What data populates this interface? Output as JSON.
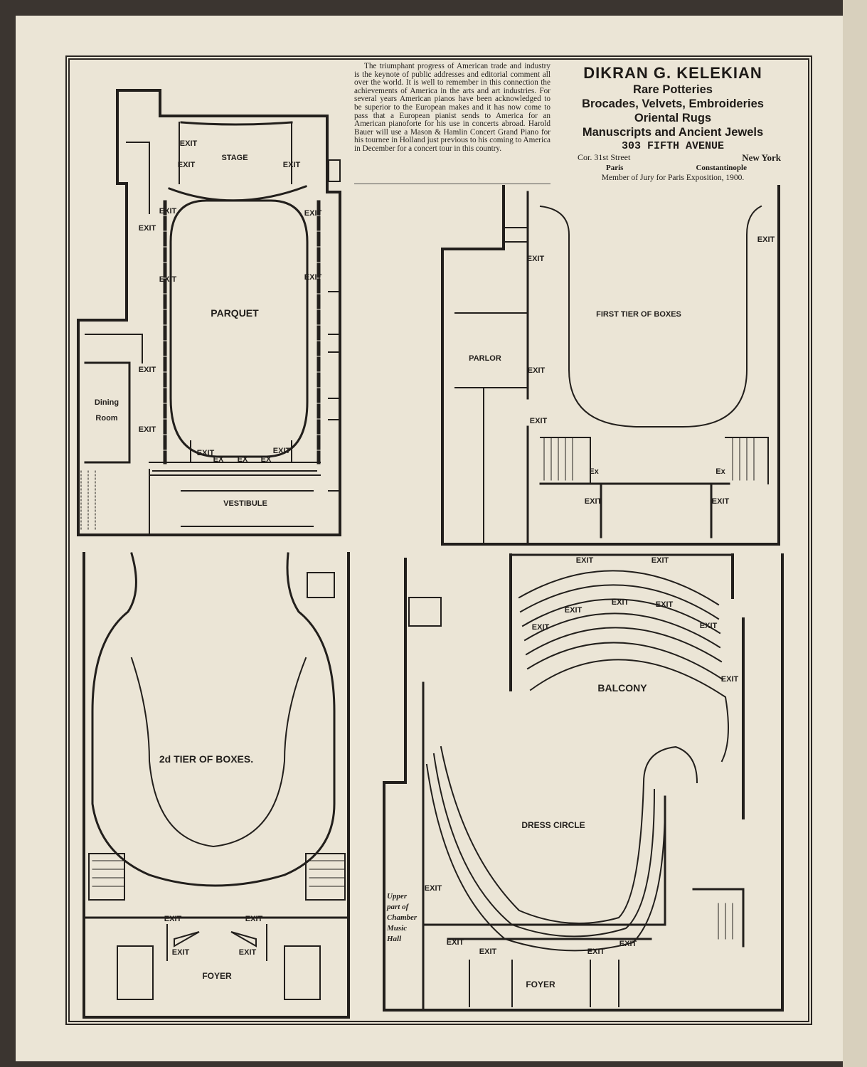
{
  "article": {
    "text": "The triumphant progress of American trade and industry is the keynote of public addresses and editorial comment all over the world. It is well to remember in this connection the achievements of America in the arts and art industries. For several years American pianos have been acknowledged to be superior to the European makes and it has now come to pass that a European pianist sends to America for an American pianoforte for his use in concerts abroad. Harold Bauer will use a Mason & Hamlin Concert Grand Piano for his tournee in Holland just previous to his coming to America in December for a concert tour in this country."
  },
  "advert": {
    "name": "DIKRAN G. KELEKIAN",
    "line1": "Rare Potteries",
    "line2": "Brocades, Velvets, Embroideries",
    "line3": "Oriental Rugs",
    "line4": "Manuscripts and Ancient Jewels",
    "address": "303 FIFTH AVENUE",
    "street": "Cor. 31st Street",
    "city": "New York",
    "branch1": "Paris",
    "branch2": "Constantinople",
    "jury": "Member of Jury for Paris Exposition, 1900."
  },
  "plans": {
    "parquet": {
      "stage": "STAGE",
      "hall": "PARQUET",
      "vestibule": "VESTIBULE",
      "dining": "Dining Room",
      "exit": "EXIT",
      "ex": "EX"
    },
    "first_tier": {
      "title": "FIRST TIER OF BOXES",
      "parlor": "PARLOR",
      "exit": "EXIT",
      "ex": "Ex"
    },
    "second_tier": {
      "title": "2d TIER OF BOXES.",
      "foyer": "FOYER",
      "exit": "EXIT"
    },
    "balcony": {
      "title": "BALCONY",
      "dress": "DRESS CIRCLE",
      "foyer": "FOYER",
      "chamber": "Upper part of Chamber Music Hall",
      "exit": "EXIT"
    }
  }
}
